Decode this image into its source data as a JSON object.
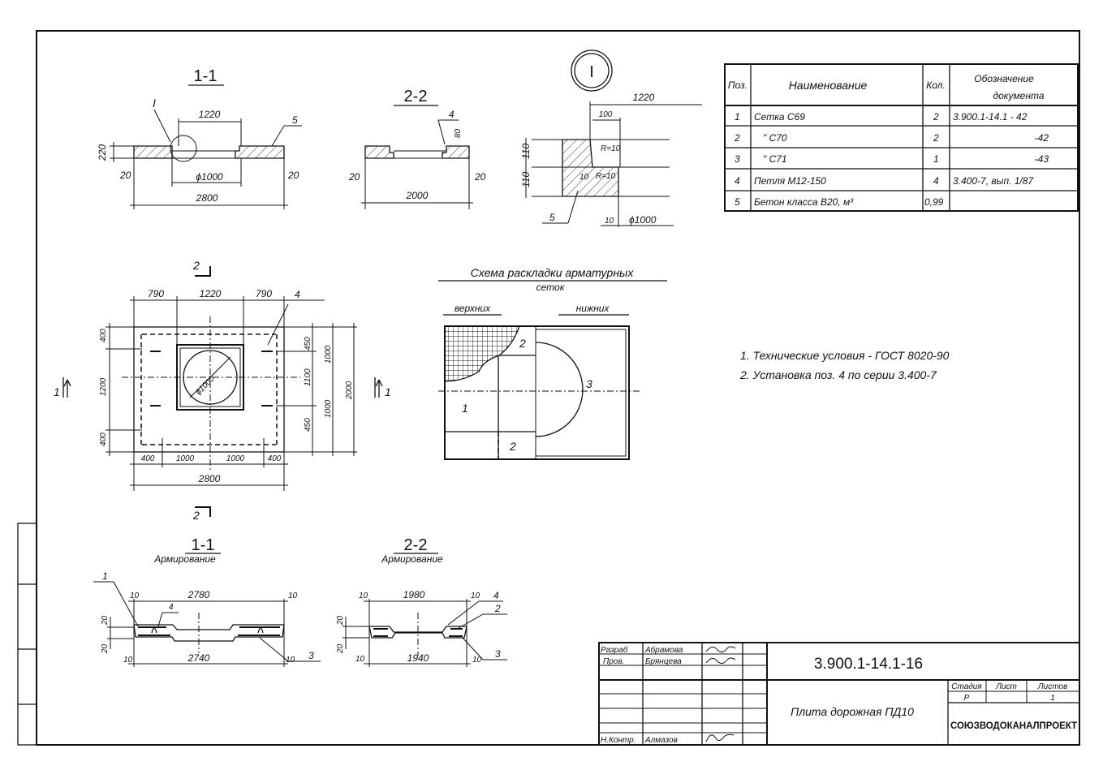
{
  "section_1_1": {
    "title": "1-1",
    "detail_ref": "I",
    "dim_hole": "1220",
    "pos": "5",
    "height": "220",
    "edge_left": "20",
    "edge_right": "20",
    "hole_dia": "ϕ1000",
    "length": "2800"
  },
  "section_2_2": {
    "title": "2-2",
    "pos": "4",
    "depth": "80",
    "edge_left": "20",
    "edge_right": "20",
    "length": "2000"
  },
  "detail_I": {
    "mark": "I",
    "dim_1220": "1220",
    "dim_100": "100",
    "h_top": "110",
    "h_bottom": "110",
    "radius_1": "R=10",
    "radius_2": "R=10",
    "gap_1": "10",
    "gap_2": "10",
    "hole_dia": "ϕ1000",
    "pos": "5"
  },
  "plan": {
    "top_dims": [
      "790",
      "1220",
      "790"
    ],
    "bottom_dims": [
      "400",
      "1000",
      "1000",
      "400"
    ],
    "total_length": "2800",
    "left_dims": [
      "400",
      "1200",
      "400"
    ],
    "right_dims_1": [
      "450",
      "1100",
      "450"
    ],
    "right_dims_2": [
      "1000",
      "1000"
    ],
    "total_width": "2000",
    "hole_dia": "ϕ1000",
    "pos": "4",
    "cut_2": "2",
    "cut_1": "1"
  },
  "scheme": {
    "title_line1": "Схема раскладки арматурных",
    "title_line2": "сеток",
    "upper": "верхних",
    "lower": "нижних",
    "labels": [
      "2",
      "1",
      "2",
      "3"
    ]
  },
  "notes": [
    "1. Технические условия - ГОСТ 8020-90",
    "2. Установка поз. 4 по серии 3.400-7"
  ],
  "spec_table": {
    "headers": [
      "Поз.",
      "Наименование",
      "Кол.",
      "Обозначение",
      "документа"
    ],
    "rows": [
      {
        "pos": "1",
        "name": "Сетка С69",
        "qty": "2",
        "doc": "3.900.1-14.1 - 42"
      },
      {
        "pos": "2",
        "name": "\"      С70",
        "qty": "2",
        "doc": "-42"
      },
      {
        "pos": "3",
        "name": "\"      С71",
        "qty": "1",
        "doc": "-43"
      },
      {
        "pos": "4",
        "name": "Петля М12-150",
        "qty": "4",
        "doc": "3.400-7, вып. 1/87"
      },
      {
        "pos": "5",
        "name": "Бетон класса В20, м³",
        "qty": "0,99",
        "doc": ""
      }
    ]
  },
  "reinf_1_1": {
    "title": "1-1",
    "subtitle": "Армирование",
    "top_len": "2780",
    "bottom_len": "2740",
    "c1": "10",
    "c2": "10",
    "c3": "10",
    "c4": "10",
    "h1": "20",
    "h2": "20",
    "pos1": "1",
    "pos4": "4",
    "pos3": "3"
  },
  "reinf_2_2": {
    "title": "2-2",
    "subtitle": "Армирование",
    "top_len": "1980",
    "bottom_len": "1940",
    "c1": "10",
    "c2": "10",
    "c3": "10",
    "c4": "10",
    "h1": "20",
    "h2": "20",
    "pos4": "4",
    "pos2": "2",
    "pos3": "3"
  },
  "title_block": {
    "roles": [
      "Разраб",
      "Пров.",
      "Н.Контр."
    ],
    "names": [
      "Абрамова",
      "Брянцева",
      "Алмазов"
    ],
    "code": "3.900.1-14.1-16",
    "stage_label": "Стадия",
    "sheet_label": "Лист",
    "sheets_label": "Листов",
    "stage": "Р",
    "sheets": "1",
    "title": "Плита дорожная ПД10",
    "org": "СОЮЗВОДОКАНАЛПРОЕКТ"
  }
}
